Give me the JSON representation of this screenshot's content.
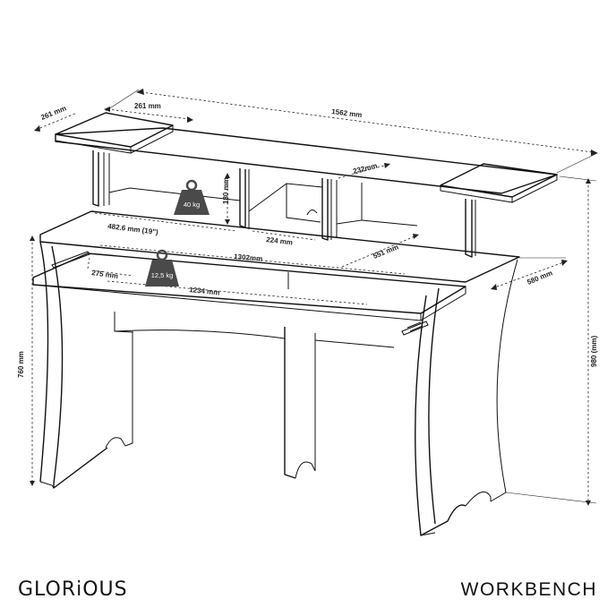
{
  "dimensions": {
    "top_shelf_depth": "261 mm",
    "top_shelf_width": "261 mm",
    "total_width": "1562 mm",
    "shelf_gap": "232mm",
    "rack_height": "180 mm",
    "rack_width": "482.6 mm (19\")",
    "rack_depth": "224 mm",
    "desk_width": "1302mm",
    "tray_depth": "551 mm",
    "tray_front": "275 mm",
    "tray_width": "1234 mm",
    "desk_depth": "580 mm",
    "desk_height": "760 mm",
    "total_height": "980 (mm)"
  },
  "weights": {
    "rack_load": "40 kg",
    "tray_load": "12,5 kg"
  },
  "footer": {
    "brand": "GLORiOUS",
    "product": "WORKBENCH"
  },
  "colors": {
    "line": "#111111",
    "weight_fill": "#4a4a4a"
  },
  "icons": [
    "weight-icon"
  ]
}
